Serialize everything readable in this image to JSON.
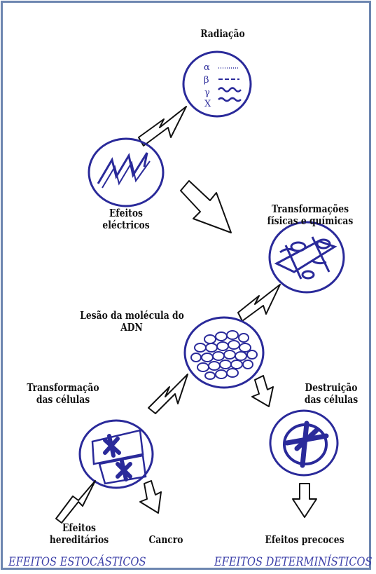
{
  "labels": {
    "radiation": "Radiação",
    "greek": [
      "α",
      "β",
      "γ",
      "X"
    ],
    "electric_effects": [
      "Efeitos",
      "eléctricos"
    ],
    "phys_chem": [
      "Transformações",
      "físicas e químicas"
    ],
    "dna_lesion": [
      "Lesão da molécula do",
      "ADN"
    ],
    "cell_transformation": [
      "Transformação",
      "das células"
    ],
    "cell_destruction": [
      "Destruição",
      "das células"
    ],
    "hereditary": [
      "Efeitos",
      "hereditários"
    ],
    "cancer": "Cancro",
    "early_effects": "Efeitos precoces"
  },
  "categories": {
    "stochastic": "EFEITOS ESTOCÁSTICOS",
    "deterministic": "EFEITOS DETERMINÍSTICOS"
  },
  "colors": {
    "ink": "#2a2a9a",
    "category": "#3b3fa8",
    "frame": "#6d86b0"
  }
}
